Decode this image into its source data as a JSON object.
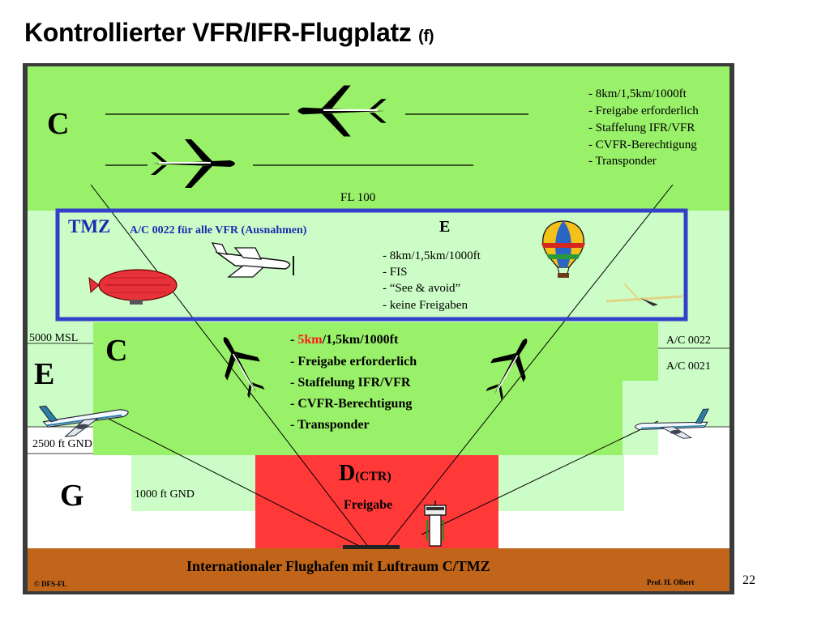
{
  "title": "Kontrollierter VFR/IFR-Flugplatz",
  "title_suffix": "(f)",
  "page_number": "22",
  "colors": {
    "class_c": "#99f069",
    "class_e": "#ccfdc6",
    "class_g": "#ffffff",
    "class_d": "#ff3838",
    "ground": "#c0651a",
    "tmz_border": "#3340c8",
    "tmz_title": "#1a2cb0",
    "red_text": "#ff1a1a"
  },
  "upper_c": {
    "letter": "C",
    "notes": [
      "- 8km/1,5km/1000ft",
      "- Freigabe erforderlich",
      "- Staffelung IFR/VFR",
      "- CVFR-Berechtigung",
      "- Transponder"
    ]
  },
  "fl_label": "FL 100",
  "tmz": {
    "label": "TMZ",
    "subtitle": "A/C 0022 für alle VFR (Ausnahmen)",
    "class_letter": "E",
    "notes": [
      "- 8km/1,5km/1000ft",
      "- FIS",
      "- “See & avoid”",
      "- keine Freigaben"
    ]
  },
  "lower_c": {
    "letter": "C",
    "note_first_red": "5km",
    "note_first_rest": "/1,5km/1000ft",
    "notes": [
      "- Freigabe erforderlich",
      "- Staffelung IFR/VFR",
      "- CVFR-Berechtigung",
      "- Transponder"
    ]
  },
  "left_labels": {
    "msl": "5000 MSL",
    "e_letter": "E",
    "gnd2500": "2500 ft GND",
    "g_letter": "G",
    "gnd1000": "1000 ft GND"
  },
  "right_labels": {
    "ac0022": "A/C 0022",
    "ac0021": "A/C 0021"
  },
  "ctr": {
    "letter": "D",
    "suffix": "(CTR)",
    "label": "Freigabe"
  },
  "ground": {
    "label": "Internationaler Flughafen mit Luftraum C/TMZ",
    "copyright": "© DFS-FL",
    "author": "Prof. H. Olbert"
  },
  "icons": [
    "jet-aircraft-icon",
    "airliner-icon",
    "propeller-plane-icon",
    "airship-icon",
    "hot-air-balloon-icon",
    "glider-icon",
    "control-tower-icon"
  ]
}
